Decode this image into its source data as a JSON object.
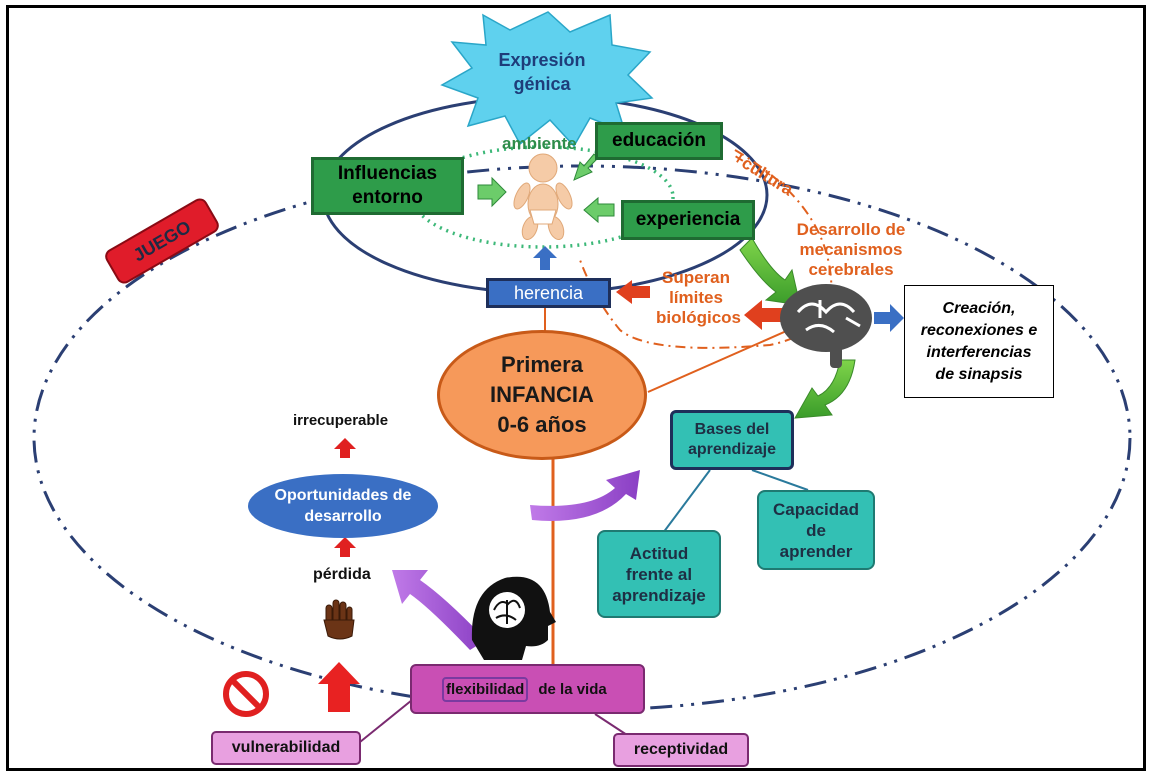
{
  "nodes": {
    "expresion_genica": "Expresión\ngénica",
    "ambiente": "ambiente",
    "educacion": "educación",
    "cultura": "+cultura",
    "influencias_entorno": "Influencias\nentorno",
    "experiencia": "experiencia",
    "juego": "JUEGO",
    "desarrollo_mecanismos": "Desarrollo de\nmecanismos\ncerebrales",
    "superan_limites": "Superan\nlímites\nbiológicos",
    "herencia": "herencia",
    "creacion": "Creación,\nreconexiones e\ninterferencias\nde sinapsis",
    "primera_infancia": "Primera\nINFANCIA\n0-6 años",
    "irrecuperable": "irrecuperable",
    "oportunidades": "Oportunidades de\ndesarrollo",
    "bases_aprendizaje": "Bases del\naprendizaje",
    "capacidad": "Capacidad\nde\naprender",
    "actitud": "Actitud\nfrente al\naprendizaje",
    "perdida": "pérdida",
    "flexibilidad": "flexibilidad",
    "de_la_vida": "de la vida",
    "vulnerabilidad": "vulnerabilidad",
    "receptividad": "receptividad"
  },
  "colors": {
    "green_box": "#2e9c4a",
    "star": "#5fd1ee",
    "navy": "#2b3f73",
    "orange": "#f08a50",
    "teal": "#33c0b4",
    "magenta": "#c94fb4",
    "purple": "#9b4fd1",
    "red": "#e02020"
  }
}
